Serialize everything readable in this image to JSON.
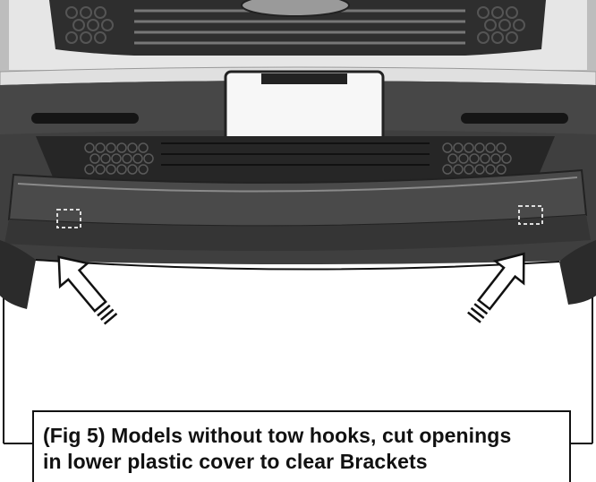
{
  "caption": {
    "line1": "(Fig 5) Models without tow hooks, cut openings",
    "line2": "in lower plastic cover to clear Brackets"
  },
  "colors": {
    "bumper": "#3b3b3b",
    "grille": "#2a2a2a",
    "chrome": "#d8d8d8",
    "background": "#ffffff",
    "line": "#111111"
  },
  "icons": [
    "arrow-icon-left",
    "arrow-icon-right"
  ]
}
